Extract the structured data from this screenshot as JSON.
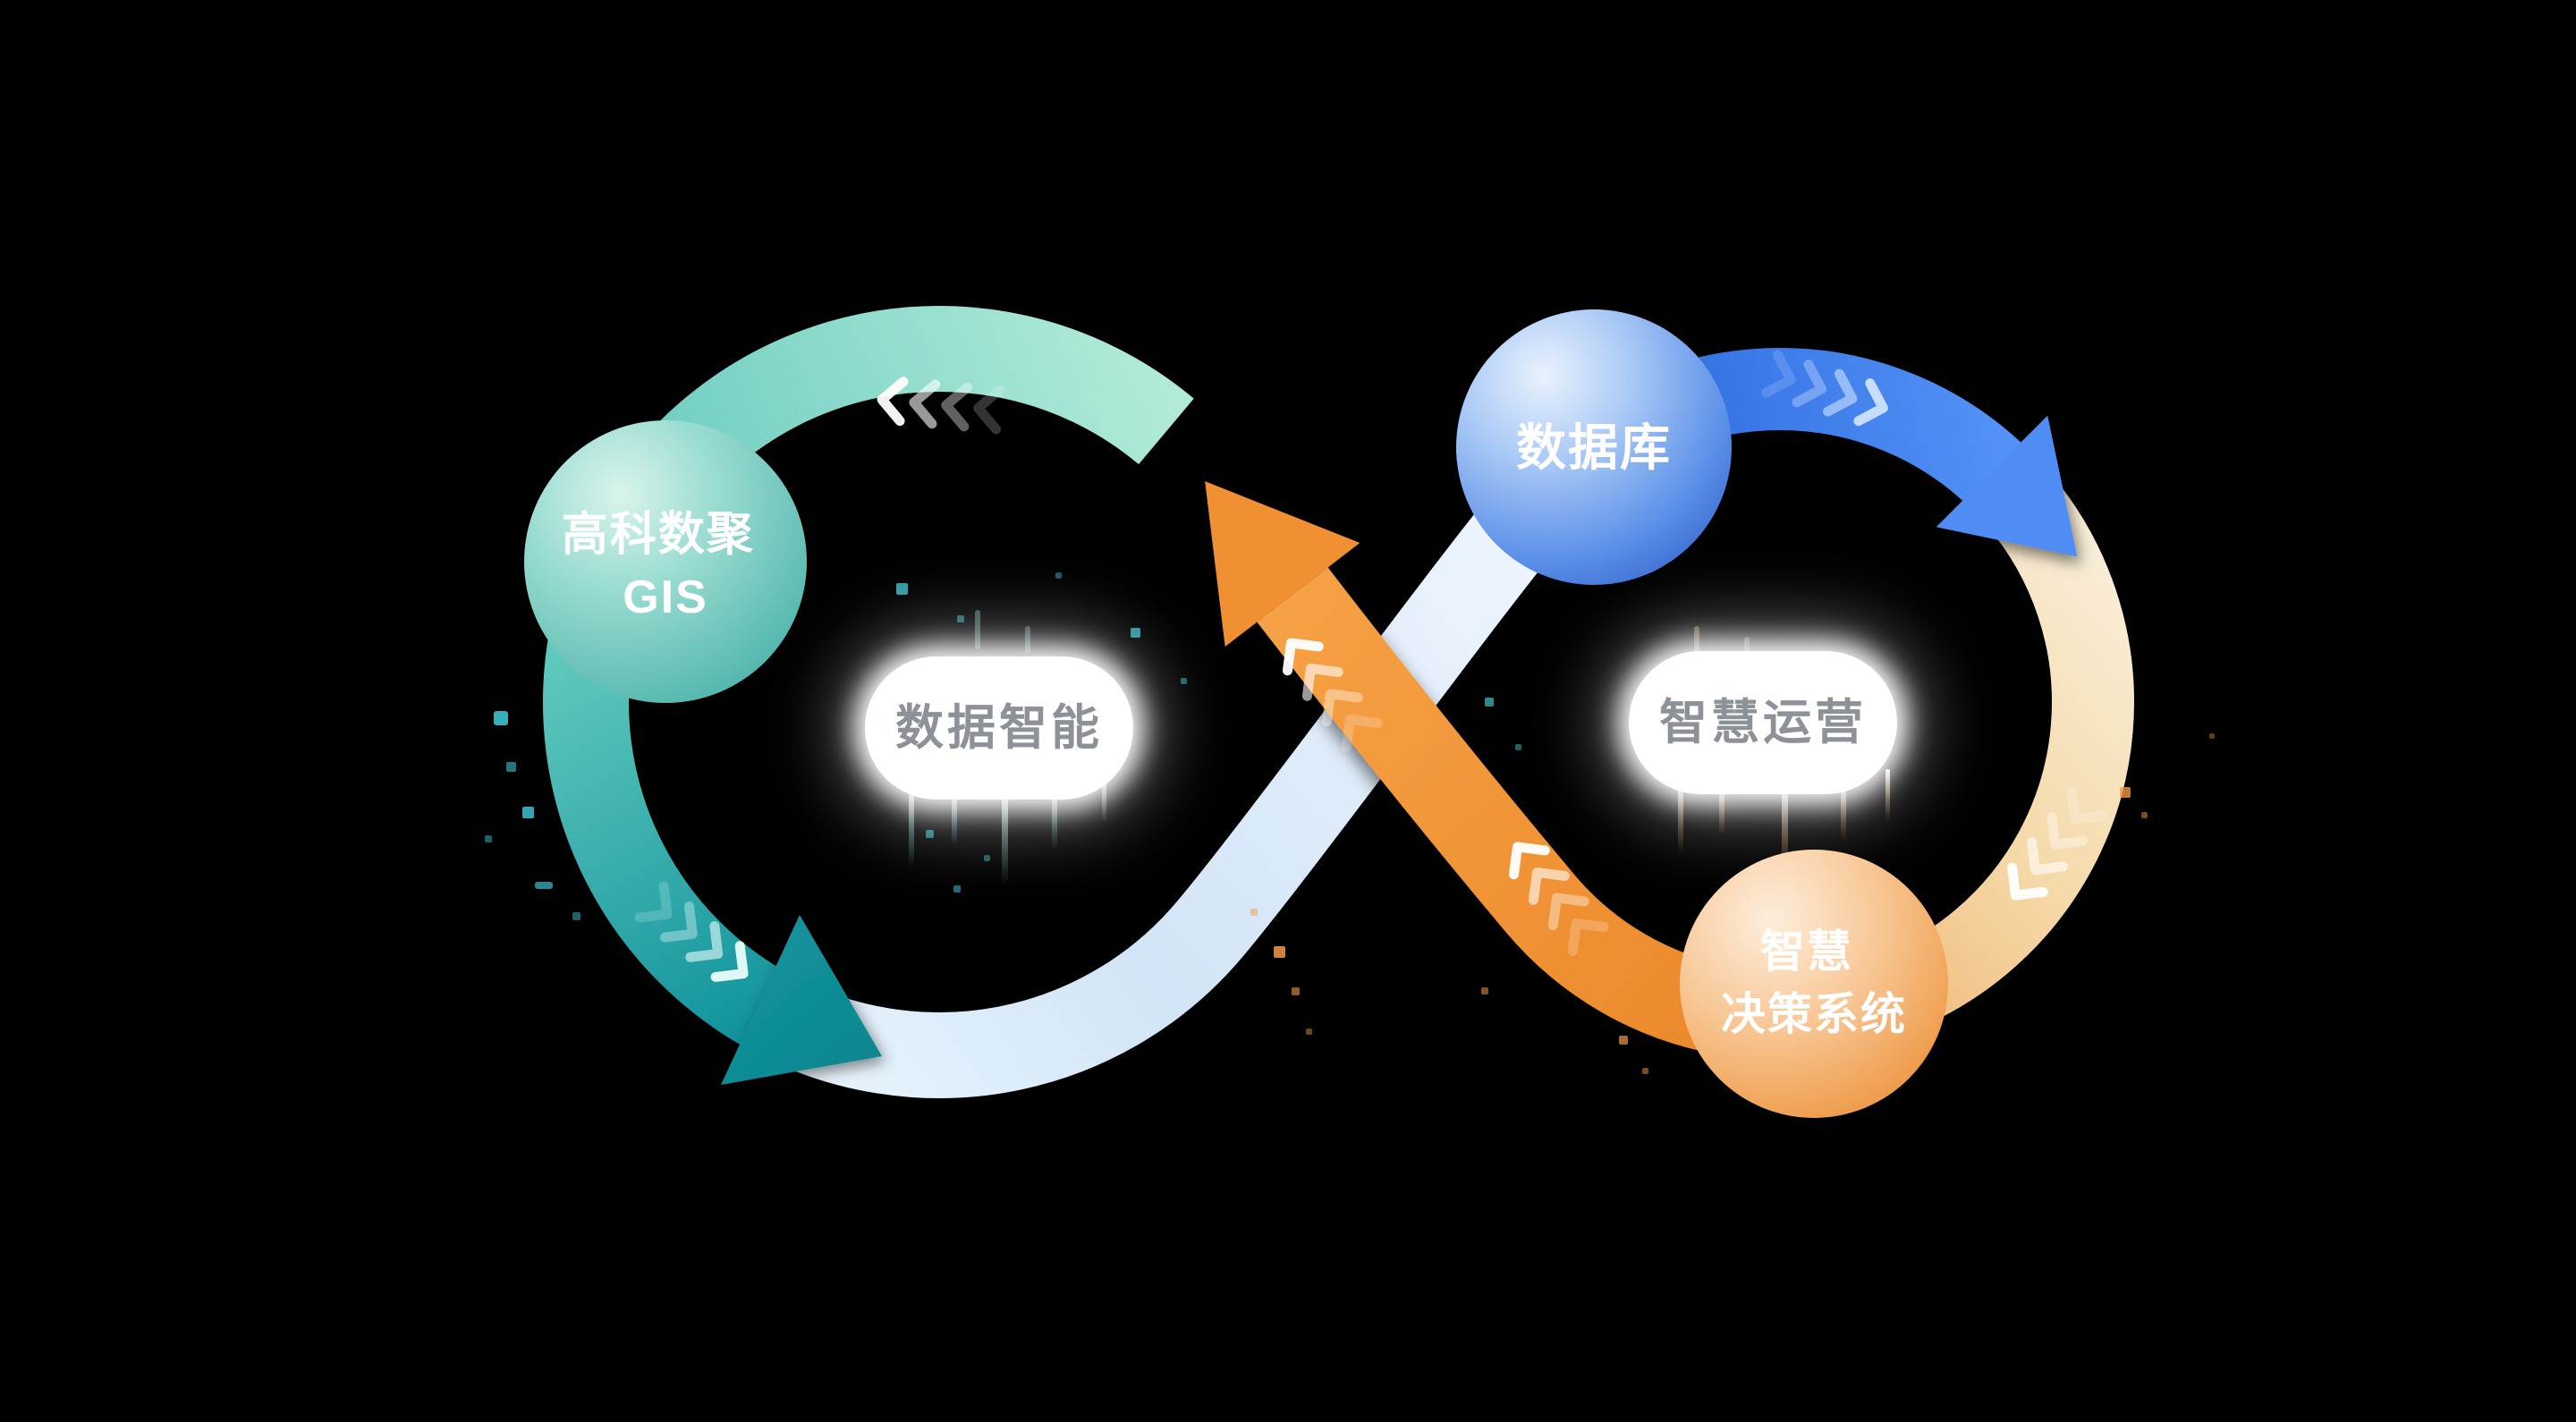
{
  "background": "#000000",
  "nodes": {
    "gis": {
      "line1": "高科数聚",
      "line2": "GIS",
      "color": "#5fc4b8"
    },
    "database": {
      "label": "数据库",
      "color": "#4a86ec"
    },
    "decision": {
      "line1": "智慧",
      "line2": "决策系统",
      "color": "#f09a45"
    }
  },
  "loop_labels": {
    "left": "数据智能",
    "right": "智慧运营"
  },
  "colors": {
    "teal": "#2fa9a7",
    "mint": "#a5e3d4",
    "pale_blue": "#d8e9f8",
    "blue": "#3d7be8",
    "cream": "#f4d9a8",
    "orange": "#ef9138",
    "label_text": "#8d9298"
  }
}
